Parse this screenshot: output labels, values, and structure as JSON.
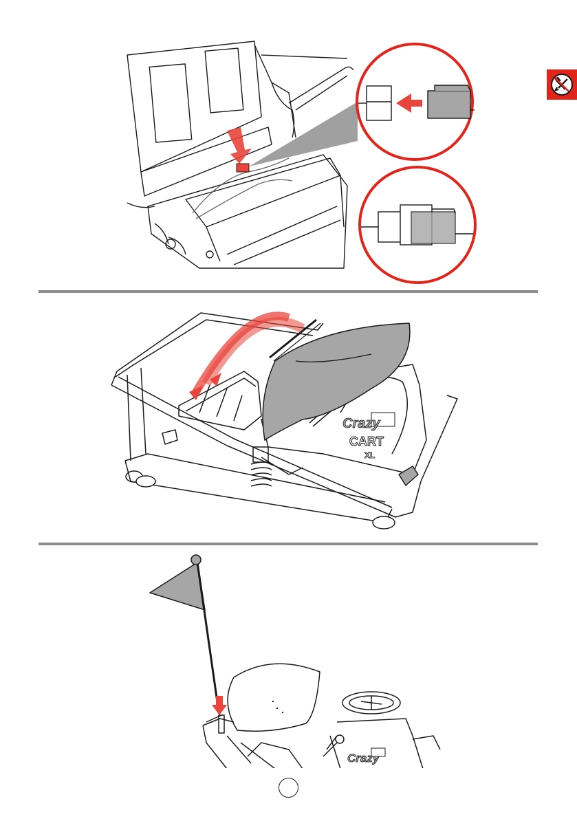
{
  "page": {
    "page_number": "",
    "colors": {
      "accent": "#e1251b",
      "arrow": "#e8453c",
      "line": "#1a1a1a",
      "gray_fill": "#a6a6a6",
      "divider": "#8c8c8c"
    }
  },
  "tab": {
    "icon": "tools-prohibited-icon"
  },
  "steps": [
    {
      "id": "step-1",
      "icon": "connector-plug-illustration"
    },
    {
      "id": "step-2",
      "icon": "seat-install-illustration"
    },
    {
      "id": "step-3",
      "icon": "flag-install-illustration"
    }
  ],
  "cart_logo": {
    "line1": "Crazy",
    "line2": "CART",
    "line3": "XL"
  }
}
